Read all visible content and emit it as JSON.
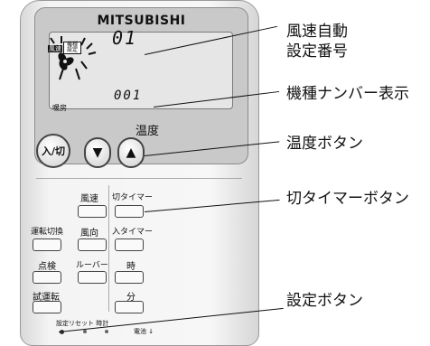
{
  "remote": {
    "brand": "MITSUBISHI",
    "display": {
      "fan_badge": "風速",
      "model_badge": "機種\n設定",
      "top_digits": "01",
      "bottom_digits": "001",
      "mode_label": "暖房"
    },
    "temp_label": "温度",
    "power_button": "入/切",
    "buttons": {
      "fan_speed": "風速",
      "off_timer": "切タイマー",
      "mode_switch": "運転切換",
      "direction": "風向",
      "on_timer": "入タイマー",
      "check": "点検",
      "louver": "ルーバー",
      "hour": "時",
      "test_run": "試運転",
      "minute": "分"
    },
    "footer": {
      "settings_reset": "設定リセット 時計",
      "battery": "電池"
    }
  },
  "callouts": {
    "fan_auto": "風速自動\n設定番号",
    "model_number": "機種ナンバー表示",
    "temp_button": "温度ボタン",
    "off_timer_button": "切タイマーボタン",
    "settings_button": "設定ボタン"
  }
}
